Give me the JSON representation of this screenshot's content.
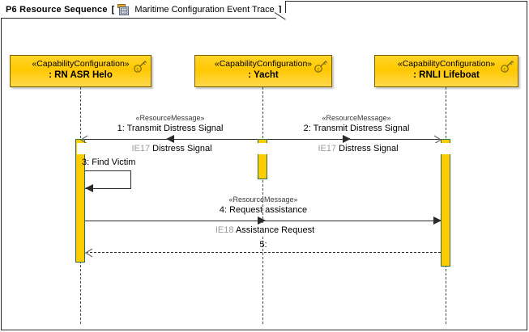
{
  "frame": {
    "title": "P6 Resource Sequence",
    "bracket_open": "[",
    "bracket_close": "]",
    "subtitle": "Maritime Configuration Event Trace",
    "icon": "event-trace-icon"
  },
  "colors": {
    "head_fill": "#ffc800",
    "head_border": "#7a6000",
    "activation_fill": "#ffcc00",
    "activation_border": "#2f6b4f",
    "lifeline": "#35594a",
    "message_line": "#2b2b2b",
    "ie_code": "#9a9a9a",
    "stereotype_text": "#3a3a3a"
  },
  "lifelines": [
    {
      "id": "helo",
      "stereotype": "«CapabilityConfiguration»",
      "name": ": RN ASR Helo",
      "icon": "capability-configuration-icon"
    },
    {
      "id": "yacht",
      "stereotype": "«CapabilityConfiguration»",
      "name": ": Yacht",
      "icon": "capability-configuration-icon"
    },
    {
      "id": "lifeboat",
      "stereotype": "«CapabilityConfiguration»",
      "name": ": RNLI Lifeboat",
      "icon": "capability-configuration-icon"
    }
  ],
  "messages": [
    {
      "seq": "1",
      "stereotype": "«ResourceMessage»",
      "label": "1: Transmit Distress Signal",
      "ie_code": "IE17",
      "ie_text": "Distress Signal",
      "from": "yacht",
      "to": "helo",
      "direction": "left",
      "style": "solid"
    },
    {
      "seq": "2",
      "stereotype": "«ResourceMessage»",
      "label": "2: Transmit Distress Signal",
      "ie_code": "IE17",
      "ie_text": "Distress Signal",
      "from": "yacht",
      "to": "lifeboat",
      "direction": "right",
      "style": "solid"
    },
    {
      "seq": "3",
      "stereotype": "",
      "label": "3: Find Victim",
      "ie_code": "",
      "ie_text": "",
      "from": "helo",
      "to": "helo",
      "direction": "self",
      "style": "solid"
    },
    {
      "seq": "4",
      "stereotype": "«ResourceMessage»",
      "label": "4: Request assistance",
      "ie_code": "IE18",
      "ie_text": "Assistance Request",
      "from": "helo",
      "to": "lifeboat",
      "direction": "right",
      "style": "solid"
    },
    {
      "seq": "5",
      "stereotype": "",
      "label": "5:",
      "ie_code": "",
      "ie_text": "",
      "from": "lifeboat",
      "to": "helo",
      "direction": "left",
      "style": "dashed"
    }
  ]
}
